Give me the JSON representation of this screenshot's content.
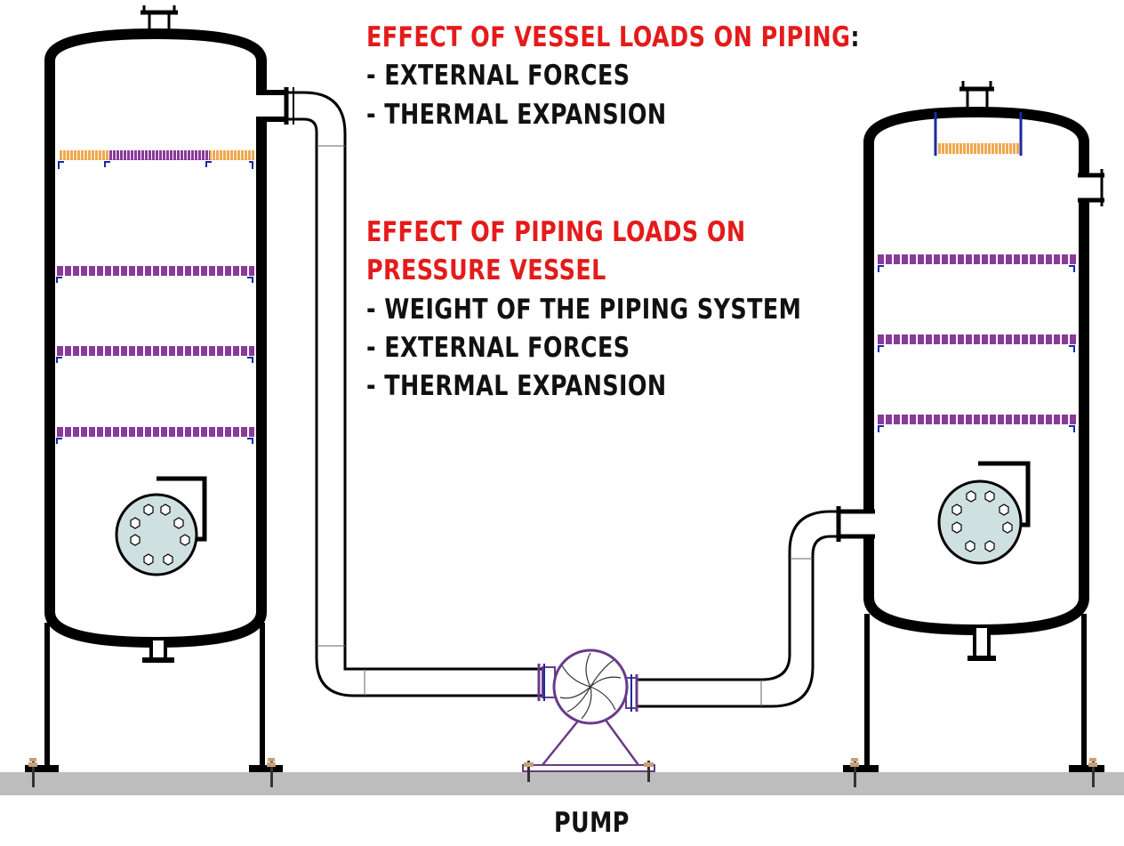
{
  "vessel_loads_section": {
    "heading": "EFFECT OF VESSEL LOADS ON PIPING",
    "heading_suffix": ":",
    "items": [
      "- EXTERNAL FORCES",
      "- THERMAL EXPANSION"
    ]
  },
  "piping_loads_section": {
    "heading_line1": "EFFECT OF PIPING LOADS ON",
    "heading_line2": "PRESSURE VESSEL",
    "items": [
      "- WEIGHT OF THE PIPING SYSTEM",
      "- EXTERNAL FORCES",
      "- THERMAL EXPANSION"
    ]
  },
  "pump_label": "PUMP",
  "colors": {
    "heading": "#e41b1b",
    "text": "#111111",
    "outline": "#000000",
    "tray": "#8a3a9a",
    "tray_pump": "#6a3a8a",
    "distributor": "#f0a850",
    "tray_support": "#1a2aa0",
    "manway": "#cfe0e0",
    "ground": "#bdbdbd",
    "anchor_bolt": "#c8a078"
  },
  "icons": [
    "left-vessel",
    "right-vessel",
    "manway-icon",
    "centrifugal-pump-icon",
    "anchor-bolt-icon"
  ]
}
